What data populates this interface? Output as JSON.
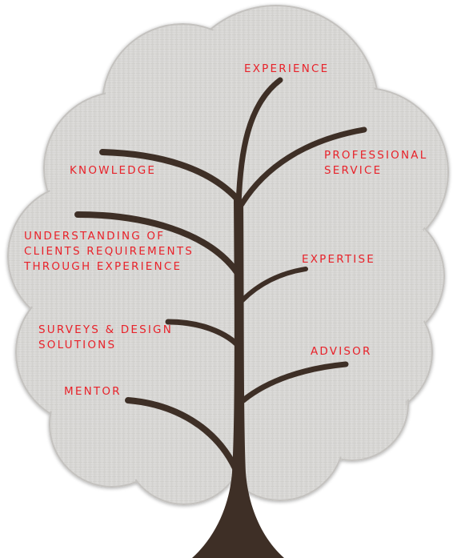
{
  "colors": {
    "label": "#e8222a",
    "canopy": "#d9d8d6",
    "canopy_outline": "#bdbbb8",
    "trunk": "#3e2f26"
  },
  "labels": {
    "experience": [
      "EXPERIENCE"
    ],
    "knowledge": [
      "KNOWLEDGE"
    ],
    "professional_service": [
      "PROFESSIONAL",
      "SERVICE"
    ],
    "understanding": [
      "UNDERSTANDING OF",
      "CLIENTS REQUIREMENTS",
      "THROUGH EXPERIENCE"
    ],
    "expertise": [
      "EXPERTISE"
    ],
    "surveys": [
      "SURVEYS & DESIGN",
      "SOLUTIONS"
    ],
    "advisor": [
      "ADVISOR"
    ],
    "mentor": [
      "MENTOR"
    ]
  }
}
